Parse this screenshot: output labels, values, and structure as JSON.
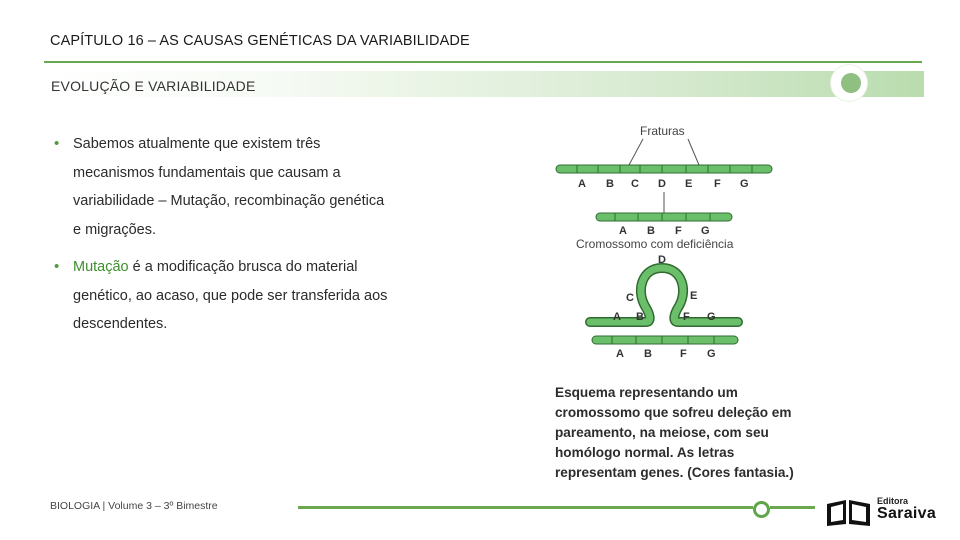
{
  "header": {
    "chapter_title": "CAPÍTULO 16 – AS CAUSAS GENÉTICAS DA VARIABILIDADE",
    "section_title": "EVOLUÇÃO E VARIABILIDADE"
  },
  "bullets": [
    {
      "lines": [
        "Sabemos atualmente que existem três",
        "mecanismos fundamentais que causam a",
        "variabilidade – Mutação, recombinação genética",
        "e migrações."
      ]
    },
    {
      "highlight": "Mutação",
      "first_line_rest": " é a modificação brusca do material",
      "lines": [
        "genético, ao acaso, que pode ser transferida aos",
        "descendentes."
      ]
    }
  ],
  "figure": {
    "fraturas_label": "Fraturas",
    "chromosome1_genes": [
      "A",
      "B",
      "C",
      "D",
      "E",
      "F",
      "G"
    ],
    "chromosome2_genes": [
      "A",
      "B",
      "F",
      "G"
    ],
    "deficiency_label": "Cromossomo com deficiência",
    "loop_genes": {
      "top": "D",
      "left": "C",
      "right": "E",
      "bottom_left": [
        "A",
        "B"
      ],
      "bottom_right": [
        "F",
        "G"
      ]
    },
    "normal_genes": [
      "A",
      "B",
      "F",
      "G"
    ],
    "caption_lines": [
      [
        "Esquema representando um",
        ""
      ],
      [
        "cromossomo que sofreu ",
        "deleção",
        " em"
      ],
      [
        "pareamento, na meiose, com seu",
        ""
      ],
      [
        "homólogo normal. As letras",
        ""
      ],
      [
        "representam genes. (Cores fantasia.)",
        ""
      ]
    ]
  },
  "footer": {
    "text": "BIOLOGIA | Volume 3 – 3º Bimestre",
    "logo_editora": "Editora",
    "logo_name": "Saraiva"
  },
  "colors": {
    "accent": "#6aa84f",
    "chromosome": "#6cbf6a",
    "chromosome_outline": "#2f6b30"
  }
}
